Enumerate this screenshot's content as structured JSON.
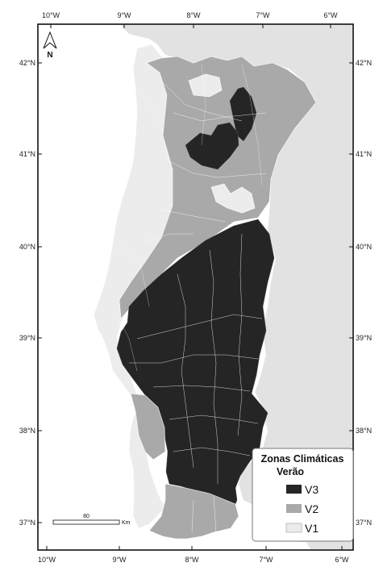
{
  "map": {
    "legend": {
      "title_line1": "Zonas Climáticas",
      "title_line2": "Verão",
      "items": [
        {
          "label": "V3",
          "color": "#252525"
        },
        {
          "label": "V2",
          "color": "#a9a9a9"
        },
        {
          "label": "V1",
          "color": "#ececec"
        }
      ]
    },
    "longitudes_top": [
      "10°W",
      "9°W",
      "8°W",
      "7°W",
      "6°W"
    ],
    "longitudes_bottom": [
      "10°W",
      "9°W",
      "8°W",
      "7°W",
      "6°W"
    ],
    "latitudes_left": [
      "42°N",
      "41°N",
      "40°N",
      "39°N",
      "38°N",
      "37°N"
    ],
    "latitudes_right": [
      "42°N",
      "41°N",
      "40°N",
      "39°N",
      "38°N",
      "37°N"
    ],
    "north_arrow_letter": "N",
    "scale_bar": {
      "value": "80",
      "unit": "Km"
    },
    "colors": {
      "frame_bg": "#ffffff",
      "spain": "#e2e2e2",
      "v1": "#ececec",
      "v2": "#a9a9a9",
      "v3": "#252525",
      "borders": "#ffffff"
    }
  }
}
